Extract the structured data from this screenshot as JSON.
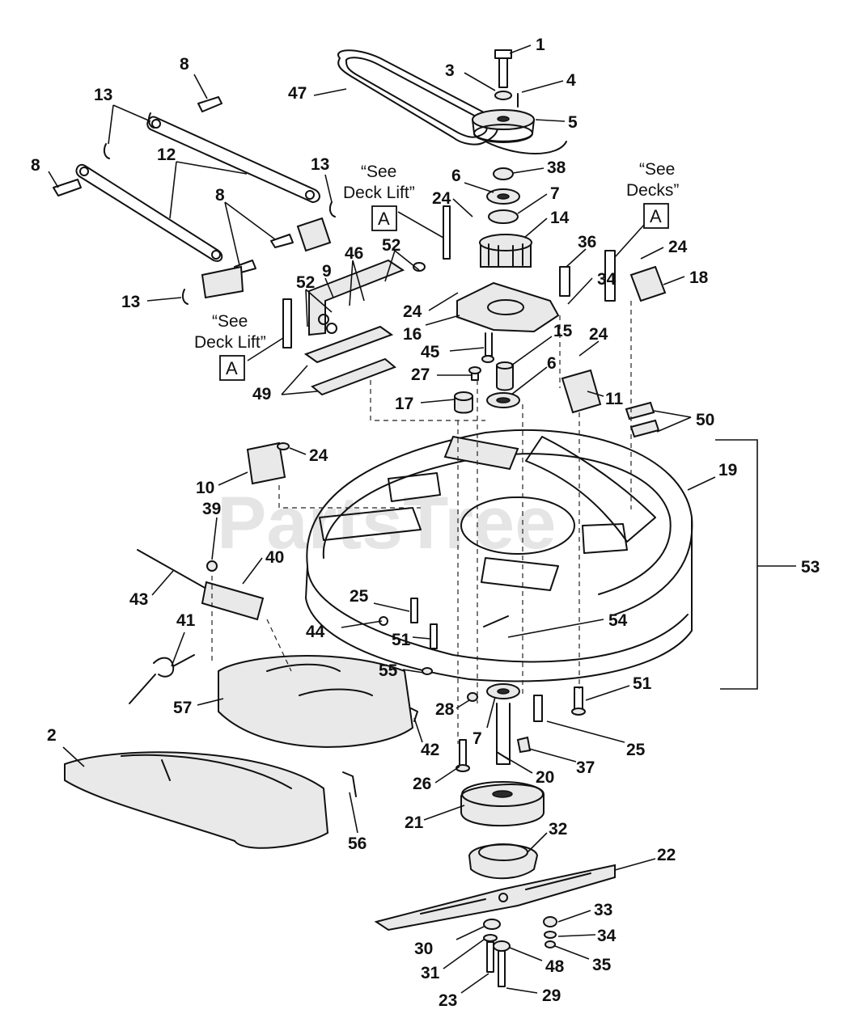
{
  "watermark": "PartsTree",
  "notes": {
    "deck_lift_upper_line1": "“See",
    "deck_lift_upper_line2": "Deck Lift”",
    "deck_lift_lower_line1": "“See",
    "deck_lift_lower_line2": "Deck Lift”",
    "decks_line1": "“See",
    "decks_line2": "Decks”",
    "ref_letter": "A"
  },
  "callouts": [
    "1",
    "3",
    "4",
    "47",
    "5",
    "8",
    "13",
    "8",
    "12",
    "13",
    "8",
    "13",
    "38",
    "6",
    "24",
    "7",
    "14",
    "36",
    "24",
    "18",
    "34",
    "46",
    "9",
    "52",
    "52",
    "24",
    "16",
    "15",
    "45",
    "24",
    "6",
    "27",
    "17",
    "11",
    "49",
    "50",
    "24",
    "10",
    "19",
    "39",
    "40",
    "53",
    "43",
    "25",
    "54",
    "44",
    "51",
    "41",
    "55",
    "51",
    "57",
    "28",
    "7",
    "25",
    "2",
    "42",
    "26",
    "20",
    "37",
    "21",
    "56",
    "32",
    "22",
    "33",
    "34",
    "30",
    "35",
    "31",
    "48",
    "23",
    "29"
  ]
}
